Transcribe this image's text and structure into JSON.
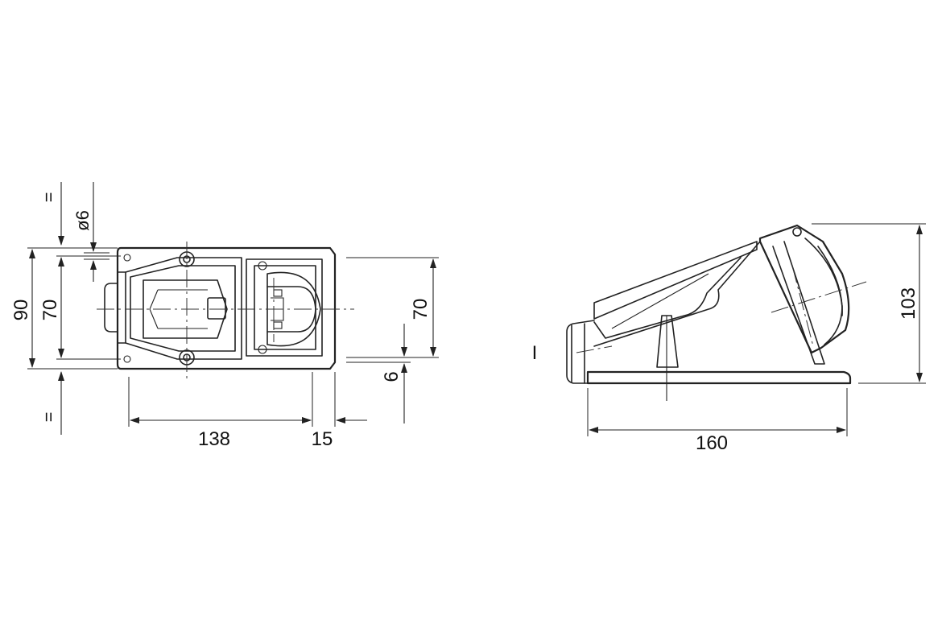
{
  "dimensions": {
    "front_height_overall": "90",
    "front_height_holes": "70",
    "front_height_right": "70",
    "hole_diameter": "ø6",
    "right_offset": "6",
    "width_main": "138",
    "width_small": "15",
    "side_width": "160",
    "side_height": "103",
    "equal_mark_top": "=",
    "equal_mark_bottom": "=",
    "side_marker": "I"
  }
}
